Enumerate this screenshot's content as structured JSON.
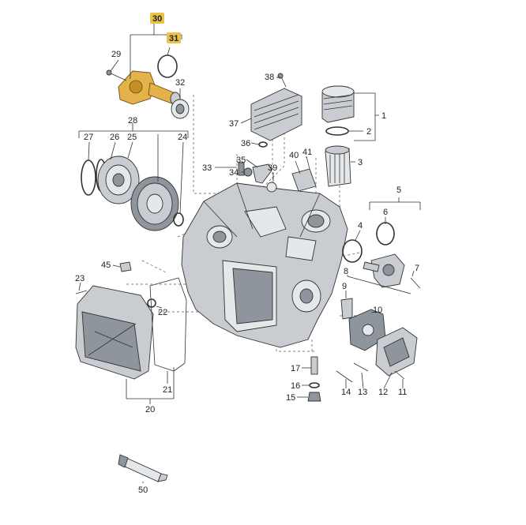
{
  "diagram": {
    "highlight_color": "#e8c24a",
    "highlighted_labels": [
      "30",
      "31"
    ],
    "labels": {
      "l1": "1",
      "l2": "2",
      "l3": "3",
      "l4": "4",
      "l5": "5",
      "l6": "6",
      "l7": "7",
      "l8": "8",
      "l9": "9",
      "l10": "10",
      "l11": "11",
      "l12": "12",
      "l13": "13",
      "l14": "14",
      "l15": "15",
      "l16": "16",
      "l17": "17",
      "l20": "20",
      "l21": "21",
      "l22": "22",
      "l23": "23",
      "l24": "24",
      "l25": "25",
      "l26": "26",
      "l27": "27",
      "l28": "28",
      "l29": "29",
      "l30": "30",
      "l31": "31",
      "l32": "32",
      "l33": "33",
      "l34": "34",
      "l35": "35",
      "l36": "36",
      "l37": "37",
      "l38": "38",
      "l39": "39",
      "l40": "40",
      "l41": "41",
      "l45": "45",
      "l50": "50"
    }
  }
}
